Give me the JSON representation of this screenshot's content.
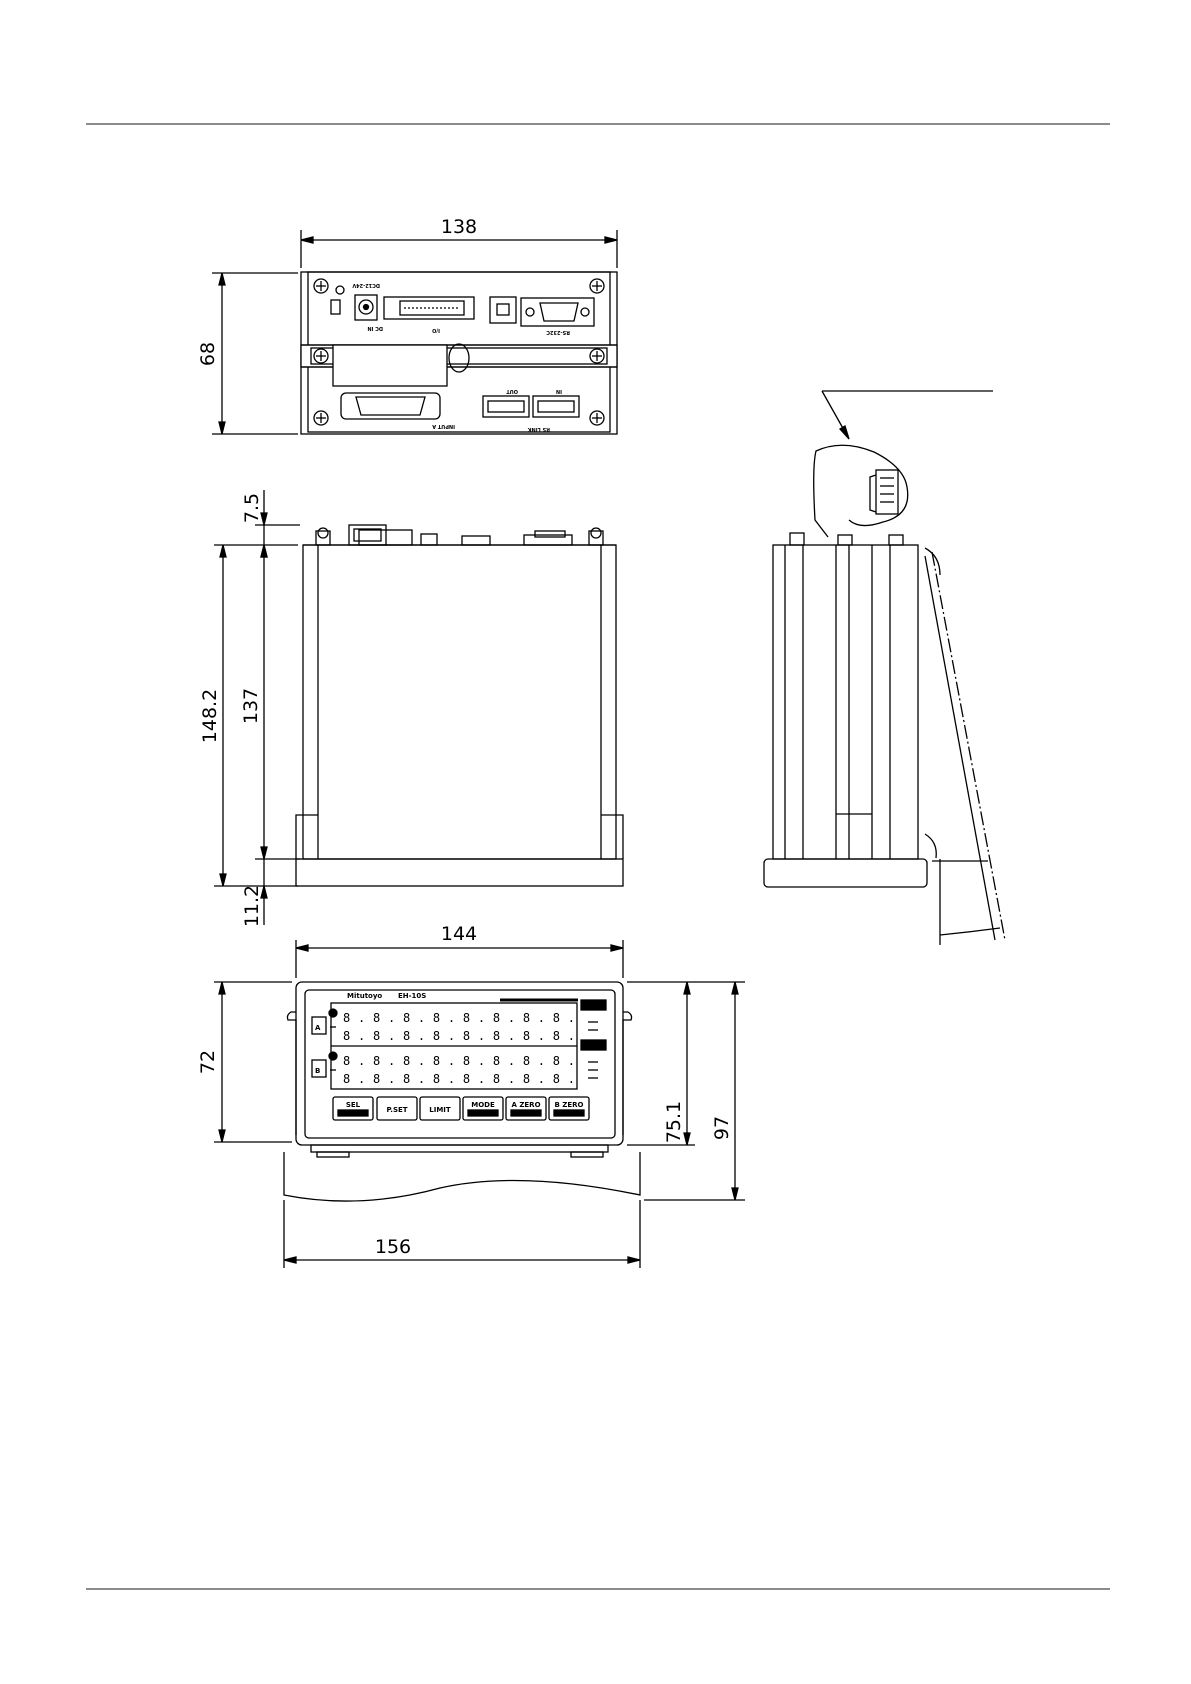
{
  "drawing": {
    "dimensions": {
      "top_width": "138",
      "top_height": "68",
      "top_offset": "7.5",
      "body_total_height": "148.2",
      "body_height": "137",
      "bottom_offset": "11.2",
      "front_width": "144",
      "front_height": "72",
      "front_height_inner": "75.1",
      "front_total_height": "97",
      "foot_width": "156"
    },
    "rear_panel": {
      "dc_in": "DC IN",
      "power_rating": "DC12-24V",
      "io": "I/O",
      "rs232c": "RS-232C",
      "input_a": "INPUT  A",
      "rs_link": "RS LINK",
      "out": "OUT",
      "in": "IN"
    },
    "front_panel": {
      "brand": "Mitutoyo",
      "model": "EH-10S",
      "channel_a": "A",
      "channel_b": "B",
      "display_digits": "8.8.8.8.8.8.8.8.",
      "buttons": [
        "SEL",
        "P.SET",
        "LIMIT",
        "MODE",
        "A ZERO",
        "B ZERO"
      ]
    }
  }
}
